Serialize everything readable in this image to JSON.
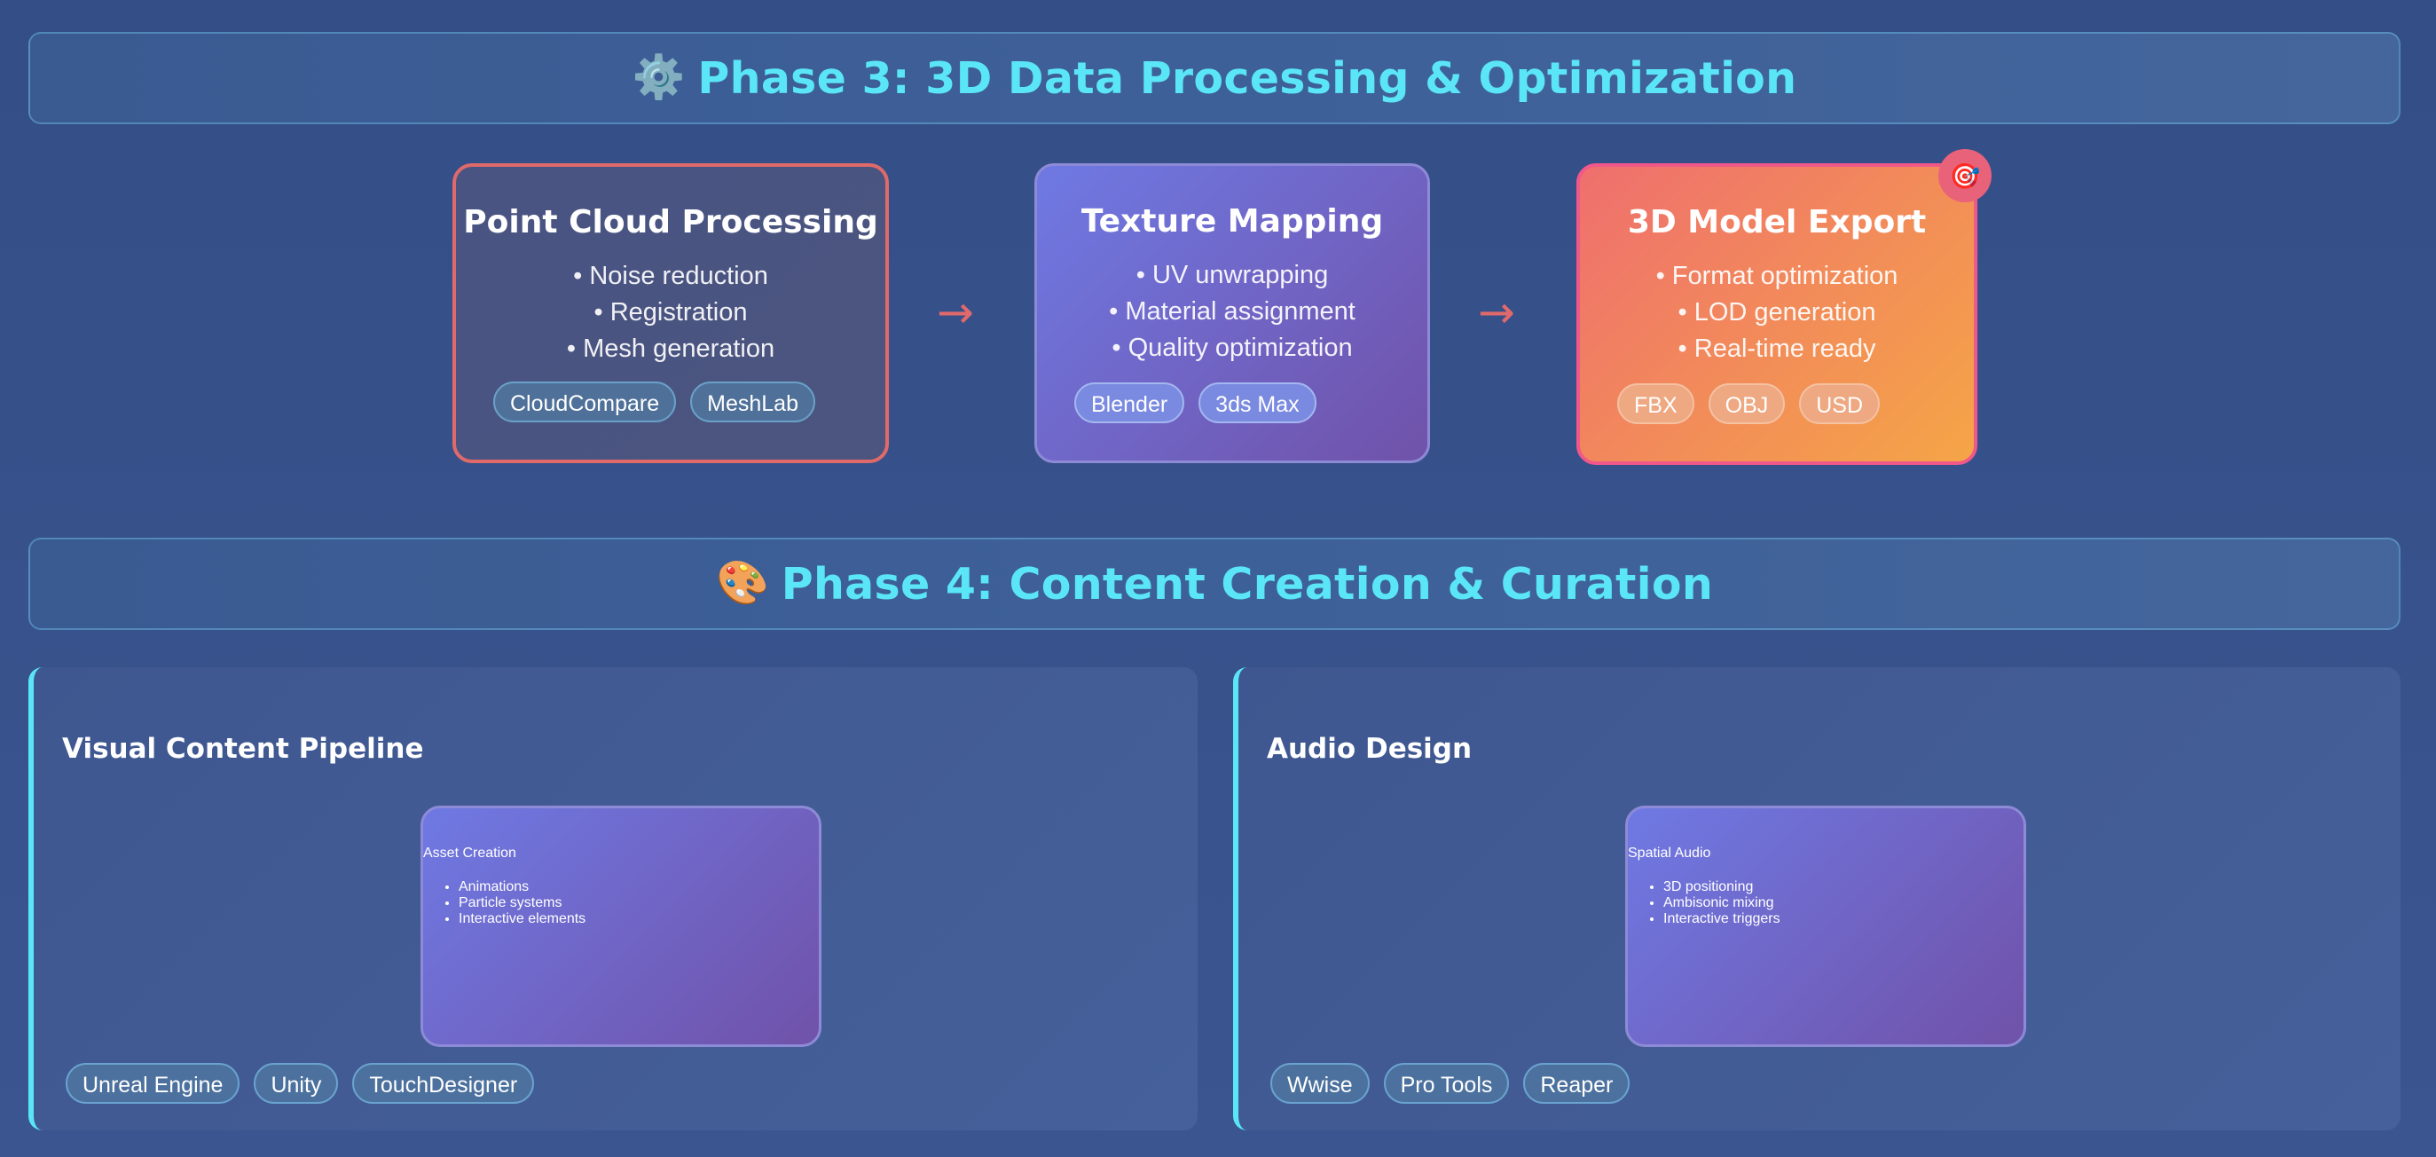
{
  "phase3": {
    "icon": "⚙️",
    "title": "Phase 3: 3D Data Processing & Optimization"
  },
  "phase4": {
    "icon": "🎨",
    "title": "Phase 4: Content Creation & Curation"
  },
  "processing_cards": [
    {
      "title": "Point Cloud Processing",
      "items": [
        "Noise reduction",
        "Registration",
        "Mesh generation"
      ],
      "tools": [
        "CloudCompare",
        "MeshLab"
      ]
    },
    {
      "title": "Texture Mapping",
      "items": [
        "UV unwrapping",
        "Material assignment",
        "Quality optimization"
      ],
      "tools": [
        "Blender",
        "3ds Max"
      ]
    },
    {
      "title": "3D Model Export",
      "badge_icon": "🎯",
      "items": [
        "Format optimization",
        "LOD generation",
        "Real-time ready"
      ],
      "tools": [
        "FBX",
        "OBJ",
        "USD"
      ]
    }
  ],
  "arrows": [
    "→",
    "→"
  ],
  "panels": [
    {
      "title": "Visual Content Pipeline",
      "card": {
        "title": "Asset Creation",
        "items": [
          "Animations",
          "Particle systems",
          "Interactive elements"
        ]
      },
      "tools": [
        "Unreal Engine",
        "Unity",
        "TouchDesigner"
      ]
    },
    {
      "title": "Audio Design",
      "card": {
        "title": "Spatial Audio",
        "items": [
          "3D positioning",
          "Ambisonic mixing",
          "Interactive triggers"
        ]
      },
      "tools": [
        "Wwise",
        "Pro Tools",
        "Reaper"
      ]
    }
  ],
  "colors": {
    "accent_cyan": "#5ae6f7",
    "arrow_red": "#e0696b",
    "background": "#344e87"
  }
}
